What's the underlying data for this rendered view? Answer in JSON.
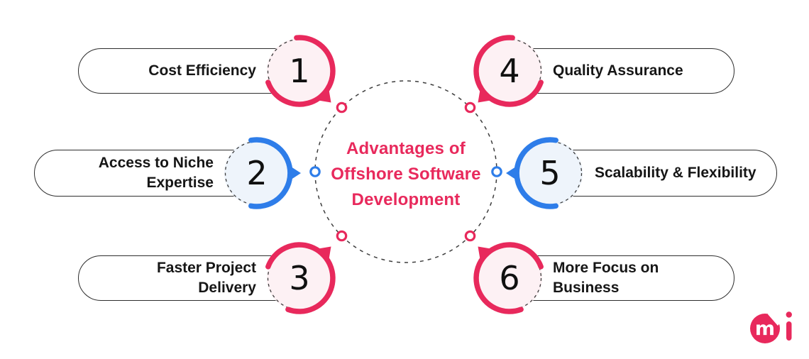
{
  "title_block": {
    "lines": [
      "Advantages of",
      "Offshore Software",
      "Development"
    ]
  },
  "items": [
    {
      "number": "1",
      "label": "Cost Efficiency",
      "accent": "pink"
    },
    {
      "number": "2",
      "label": "Access to Niche Expertise",
      "accent": "blue"
    },
    {
      "number": "3",
      "label": "Faster Project Delivery",
      "accent": "pink"
    },
    {
      "number": "4",
      "label": "Quality Assurance",
      "accent": "pink"
    },
    {
      "number": "5",
      "label": "Scalability & Flexibility",
      "accent": "blue"
    },
    {
      "number": "6",
      "label": "More Focus on Business",
      "accent": "pink"
    }
  ],
  "colors": {
    "pink": "#E8295C",
    "blue": "#2E7DE9",
    "pink_tint": "#FDF1F4",
    "blue_tint": "#EEF4FB",
    "outline": "#3d3d3d",
    "label_text": "#161616",
    "title_text": "#E8295C"
  },
  "logo": {
    "monogram_m": "m",
    "monogram_i": "i"
  }
}
